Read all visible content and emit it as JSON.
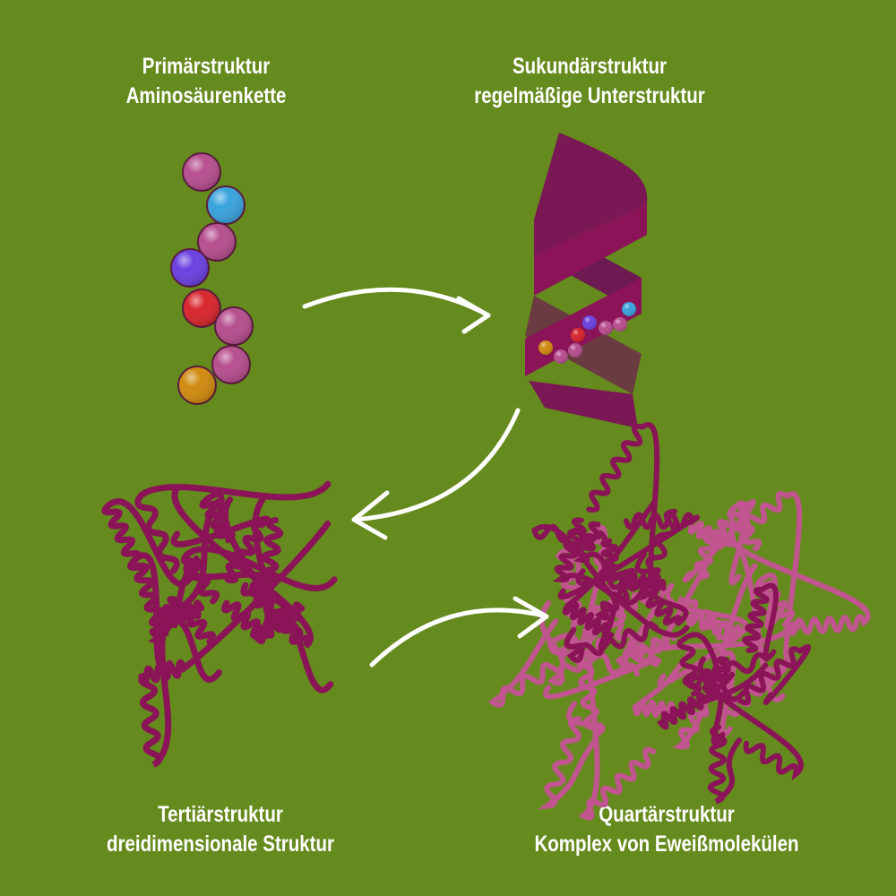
{
  "colors": {
    "background": "#658a1d",
    "ribbon": "#8a1457",
    "ribbon_light": "#c0558f",
    "arrow": "#ffffff"
  },
  "stages": [
    {
      "title": "Primärstruktur",
      "subtitle": "Aminosäurenkette"
    },
    {
      "title": "Sukundärstruktur",
      "subtitle": "regelmäßige Unterstruktur"
    },
    {
      "title": "Tertiärstruktur",
      "subtitle": "dreidimensionale Struktur"
    },
    {
      "title": "Quartärstruktur",
      "subtitle": "Komplex von Eweißmolekülen"
    }
  ],
  "amino_acid_colors": [
    "#b64f8e",
    "#3aa3dc",
    "#b64f8e",
    "#6a42e0",
    "#d8262e",
    "#b64f8e",
    "#b64f8e",
    "#d08a10"
  ]
}
